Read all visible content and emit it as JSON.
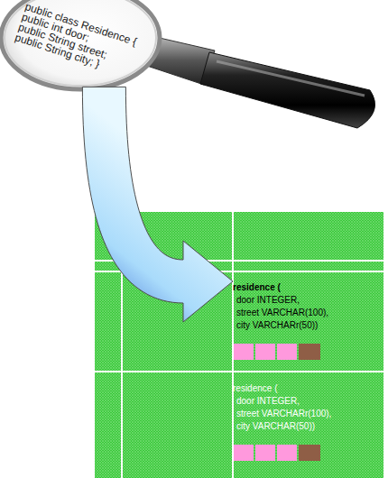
{
  "diagram": {
    "nodes": [
      {
        "text": [
          "public class Residence {",
          "public int door;",
          "public String street;",
          "public String city; }"
        ]
      },
      {
        "text": [
          "residence (",
          "door INTEGER,",
          "street VARCHAR(100),",
          "city VARCHARr(50))"
        ]
      },
      {
        "text": [
          "residence (",
          "door INTEGER,",
          "street VARCHARr(100),",
          "city VARCHAR(50))"
        ]
      }
    ],
    "edges": [
      {
        "from": 0,
        "to": 1,
        "arrow": "to"
      }
    ]
  }
}
